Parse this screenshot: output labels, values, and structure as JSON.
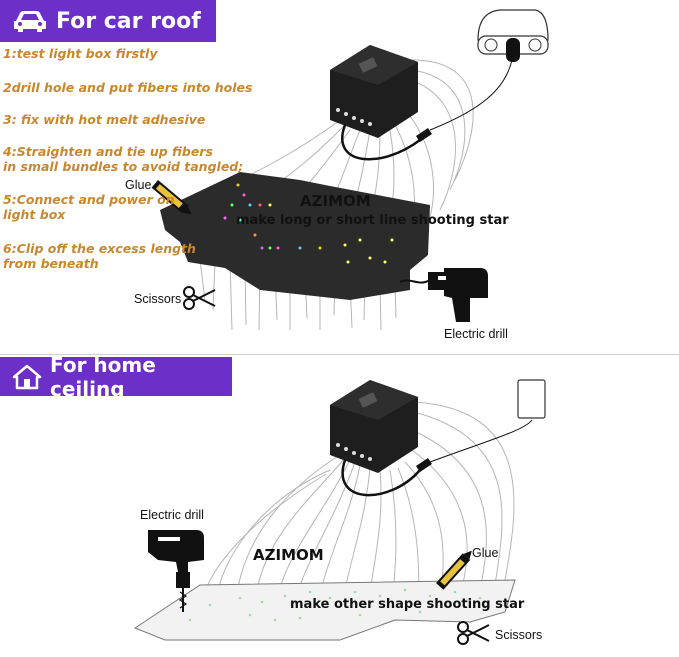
{
  "car_section": {
    "title": "For car roof",
    "steps": [
      "1:test light box firstly",
      "2drill hole and put fibers into holes",
      "3: fix with hot melt adhesive",
      "4:Straighten and tie up fibers\nin small bundles to avoid tangled;",
      "5:Connect and power on\nlight box",
      "6:Clip off the excess length\nfrom beneath"
    ],
    "glue_label": "Glue",
    "brand": "AZIMOM",
    "note": "make long or short line shooting star",
    "scissors_label": "Scissors",
    "drill_label": "Electric drill"
  },
  "home_section": {
    "title": "For home ceiling",
    "drill_label": "Electric drill",
    "brand": "AZIMOM",
    "glue_label": "Glue",
    "note": "make other shape shooting star",
    "scissors_label": "Scissors"
  },
  "colors": {
    "banner": "#6c2fc7",
    "steps_text": "#c8872e",
    "box": "#1e1e1e"
  },
  "icons": [
    "car-icon",
    "home-icon",
    "glue-icon",
    "scissors-icon",
    "drill-icon",
    "light-box-icon",
    "car-adapter-icon",
    "power-adapter-icon"
  ]
}
